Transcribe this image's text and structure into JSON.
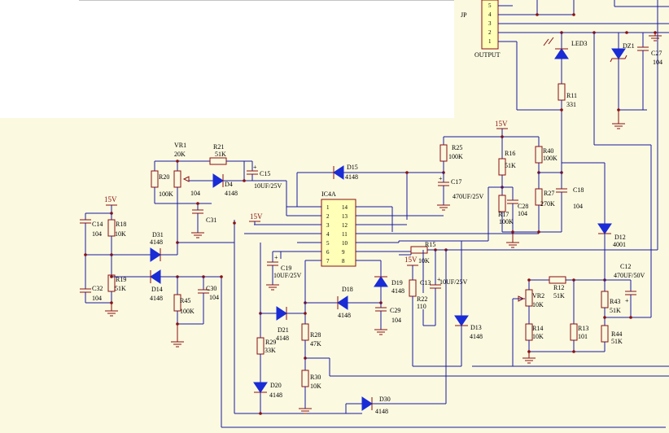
{
  "supply_label": "15V",
  "components": {
    "VR1": {
      "ref": "VR1",
      "value": "20K"
    },
    "R21": {
      "ref": "R21",
      "value": "51K"
    },
    "C15": {
      "ref": "C15",
      "value": "10UF/25V"
    },
    "D4": {
      "ref": "D4",
      "value": "4148"
    },
    "R20": {
      "ref": "R20",
      "value": "100K"
    },
    "C_104a": {
      "value": "104"
    },
    "C31": {
      "ref": "C31"
    },
    "D15": {
      "ref": "D15",
      "value": "4148"
    },
    "IC4A": {
      "ref": "IC4A",
      "pins_left": [
        "1",
        "2",
        "3",
        "4",
        "5",
        "6",
        "7"
      ],
      "pins_right": [
        "14",
        "13",
        "12",
        "11",
        "10",
        "9",
        "8"
      ]
    },
    "R25": {
      "ref": "R25",
      "value": "100K"
    },
    "C17": {
      "ref": "C17",
      "value": "470UF/25V"
    },
    "R16": {
      "ref": "R16",
      "value": "51K"
    },
    "R40": {
      "ref": "R40",
      "value": "100K"
    },
    "R27": {
      "ref": "R27",
      "value": "270K"
    },
    "C18": {
      "ref": "C18",
      "value": "104"
    },
    "C28": {
      "ref": "C28",
      "value": "104"
    },
    "R17": {
      "ref": "R17",
      "value": "100K"
    },
    "C14": {
      "ref": "C14",
      "value": "104"
    },
    "R18": {
      "ref": "R18",
      "value": "10K"
    },
    "D31": {
      "ref": "D31",
      "value": "4148"
    },
    "C32": {
      "ref": "C32",
      "value": "104"
    },
    "R19": {
      "ref": "R19",
      "value": "51K"
    },
    "D14": {
      "ref": "D14",
      "value": "4148"
    },
    "R45": {
      "ref": "R45",
      "value": "100K"
    },
    "C30": {
      "ref": "C30",
      "value": "104"
    },
    "C19": {
      "ref": "C19",
      "value": "10UF/25V"
    },
    "R15": {
      "ref": "R15"
    },
    "D19": {
      "ref": "D19",
      "value": "4148"
    },
    "D18": {
      "ref": "D18",
      "value": "4148"
    },
    "C13": {
      "ref": "C13",
      "value": "10UF/25V"
    },
    "R22": {
      "ref": "R22",
      "value": "110"
    },
    "R10K": {
      "value": "10K"
    },
    "C29": {
      "ref": "C29",
      "value": "104"
    },
    "D21": {
      "ref": "D21",
      "value": "4148"
    },
    "R29": {
      "ref": "R29",
      "value": "33K"
    },
    "R28": {
      "ref": "R28",
      "value": "47K"
    },
    "R30": {
      "ref": "R30",
      "value": "10K"
    },
    "D20": {
      "ref": "D20",
      "value": "4148"
    },
    "D30": {
      "ref": "D30",
      "value": "4148"
    },
    "D13": {
      "ref": "D13",
      "value": "4148"
    },
    "VR2": {
      "ref": "VR2",
      "value": "10K"
    },
    "R12": {
      "ref": "R12",
      "value": "51K"
    },
    "R14": {
      "ref": "R14",
      "value": "10K"
    },
    "R13": {
      "ref": "R13",
      "value": "101"
    },
    "D12": {
      "ref": "D12",
      "value": "4001"
    },
    "C12": {
      "ref": "C12",
      "value": "470UF/50V"
    },
    "R43": {
      "ref": "R43",
      "value": "51K"
    },
    "R44": {
      "ref": "R44",
      "value": "51K"
    },
    "LED3": {
      "ref": "LED3"
    },
    "R11": {
      "ref": "R11",
      "value": "331"
    },
    "DZ1": {
      "ref": "DZ1"
    },
    "C27": {
      "ref": "C27",
      "value": "104"
    },
    "JP": {
      "ref": "JP",
      "name": "OUTPUT",
      "pins": [
        "5",
        "4",
        "3",
        "2",
        "1"
      ]
    }
  },
  "colors": {
    "background": "#fbf9e0",
    "wire": "#1a1aa0",
    "component": "#8a1010",
    "diode": "#1a2cd6",
    "ic_fill": "#ffffb8"
  }
}
